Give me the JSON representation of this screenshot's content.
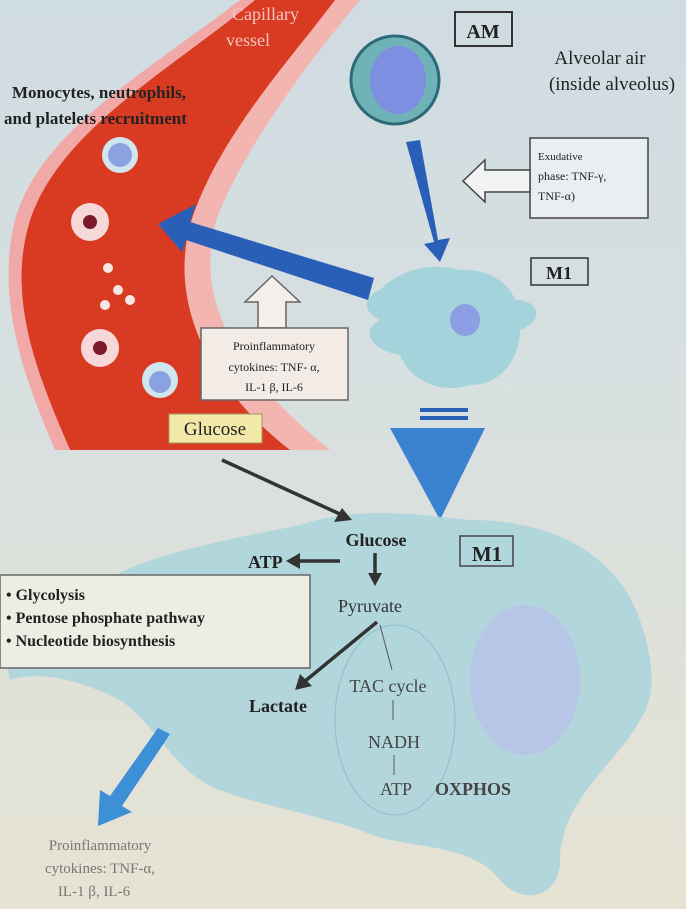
{
  "vessel": {
    "line1": "Capillary",
    "line2": "vessel"
  },
  "recruitment": {
    "line1": "Monocytes, neutrophils,",
    "line2": "and platelets recruitment"
  },
  "am_label": "AM",
  "alveolar": {
    "line1": "Alveolar air",
    "line2": "(inside alveolus)"
  },
  "exudative": {
    "line1": "Exudative",
    "line2": "phase: TNF-γ,",
    "line3": "TNF-α)"
  },
  "m1_label_top": "M1",
  "cytokines_top": {
    "line1": "Proinflammatory",
    "line2": "cytokines: TNF- α,",
    "line3": "IL-1 β, IL-6"
  },
  "glucose_box": "Glucose",
  "metabolism": {
    "glucose": "Glucose",
    "m1_label": "M1",
    "atp_left": "ATP",
    "pyruvate": "Pyruvate",
    "pathways": [
      "• Glycolysis",
      "• Pentose phosphate pathway",
      "• Nucleotide  biosynthesis"
    ],
    "lactate": "Lactate",
    "tac": "TAC cycle",
    "nadh": "NADH",
    "atp_bottom": "ATP",
    "oxphos": "OXPHOS"
  },
  "cytokines_bottom": {
    "line1": "Proinflammatory",
    "line2": "cytokines: TNF-α,",
    "line3": "IL-1 β,  IL-6"
  },
  "colors": {
    "vessel_red": "#d93a22",
    "arrow_blue": "#2a5fb8",
    "light_arrow_blue": "#3d8fd6",
    "cell_blue": "#a9d3dc"
  }
}
